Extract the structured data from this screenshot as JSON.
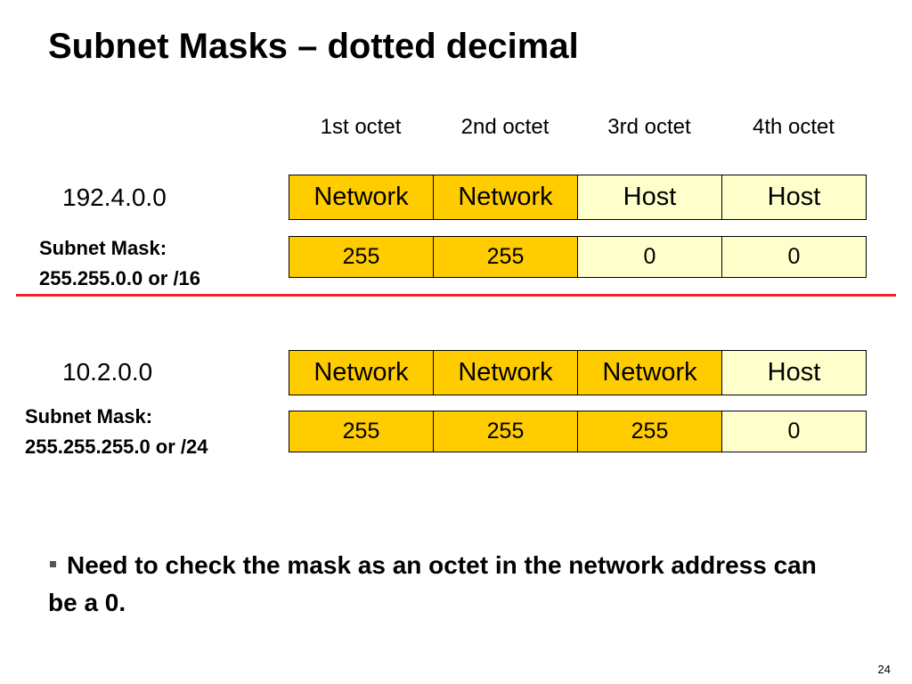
{
  "slide": {
    "title": "Subnet Masks – dotted decimal",
    "page_number": "24"
  },
  "octet_headers": [
    "1st octet",
    "2nd octet",
    "3rd octet",
    "4th octet"
  ],
  "examples": [
    {
      "address": "192.4.0.0",
      "mask_label_line1": "Subnet Mask:",
      "mask_label_line2": "255.255.0.0 or /16",
      "octet_parts": [
        "Network",
        "Network",
        "Host",
        "Host"
      ],
      "mask_values": [
        "255",
        "255",
        "0",
        "0"
      ]
    },
    {
      "address": "10.2.0.0",
      "mask_label_line1": "Subnet Mask:",
      "mask_label_line2": "255.255.255.0 or /24",
      "octet_parts": [
        "Network",
        "Network",
        "Network",
        "Host"
      ],
      "mask_values": [
        "255",
        "255",
        "255",
        "0"
      ]
    }
  ],
  "bullet": {
    "text": "Need to check the mask as an octet in the network address can be a 0."
  },
  "colors": {
    "network_fill": "#ffcc00",
    "host_fill": "#ffffcc",
    "divider": "#e8242c"
  }
}
